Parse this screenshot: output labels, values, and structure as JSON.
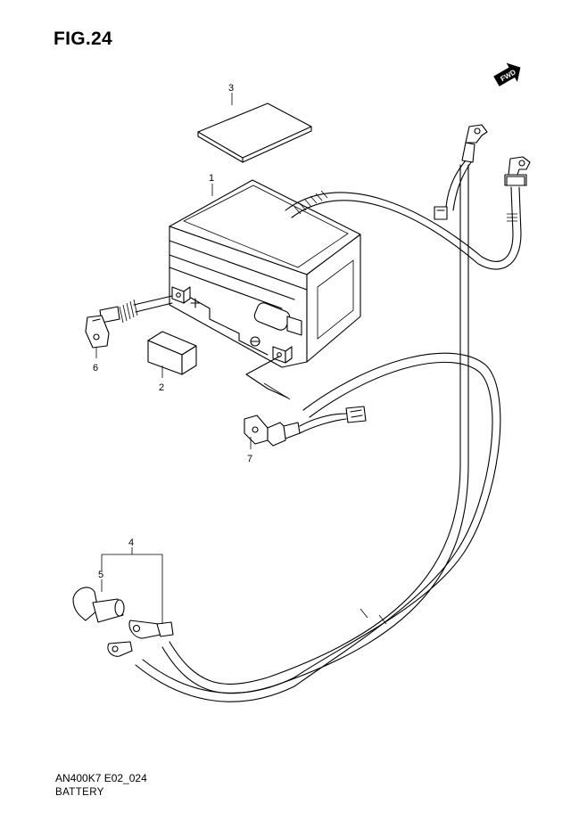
{
  "figure": {
    "title": "FIG.24"
  },
  "footer": {
    "code": "AN400K7 E02_024",
    "caption": "BATTERY"
  },
  "direction_badge": {
    "text": "FWD",
    "icon": "forward-arrow-icon"
  },
  "callouts": [
    {
      "id": "callout-1",
      "text": "1"
    },
    {
      "id": "callout-2",
      "text": "2"
    },
    {
      "id": "callout-3",
      "text": "3"
    },
    {
      "id": "callout-4",
      "text": "4"
    },
    {
      "id": "callout-5",
      "text": "5"
    },
    {
      "id": "callout-6",
      "text": "6"
    },
    {
      "id": "callout-7",
      "text": "7"
    }
  ],
  "colors": {
    "line": "#000000",
    "background": "#ffffff"
  }
}
